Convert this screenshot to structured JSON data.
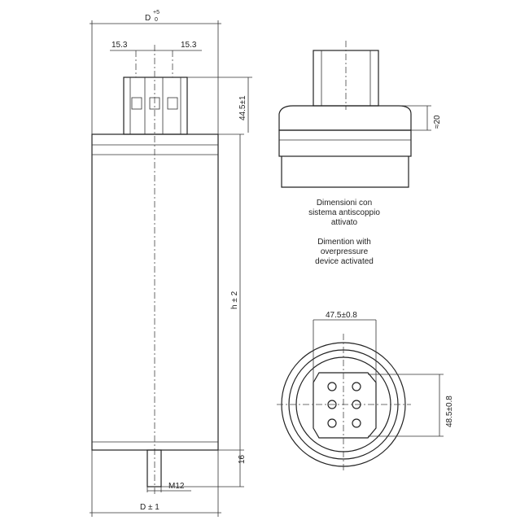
{
  "dimensions": {
    "diameter_top": "D",
    "diameter_top_tol_upper": "+5",
    "diameter_top_tol_lower": "0",
    "terminal_spacing_left": "15.3",
    "terminal_spacing_right": "15.3",
    "terminal_height": "44.5±1",
    "height": "h ± 2",
    "stud_length": "16",
    "stud_thread": "M12",
    "diameter_bottom": "D ± 1",
    "overpressure_extension": "≈20",
    "terminal_width": "47.5±0.8",
    "terminal_depth": "48.5±0.8"
  },
  "notes": {
    "italian": [
      "Dimensioni con",
      "sistema antiscoppio",
      "attivato"
    ],
    "english": [
      "Dimention with",
      "overpressure",
      "device activated"
    ]
  }
}
